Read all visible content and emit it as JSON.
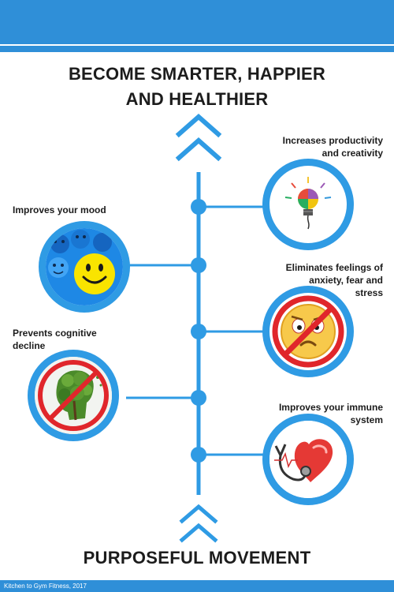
{
  "title": {
    "line1": "BECOME SMARTER, HAPPIER",
    "line2": "AND HEALTHIER"
  },
  "bottom_title": "PURPOSEFUL MOVEMENT",
  "footer_credit": "Kitchen to Gym Fitness, 2017",
  "benefits": {
    "productivity": {
      "line1": "Increases productivity",
      "line2": "and creativity",
      "icon": "lightbulb-icon"
    },
    "mood": {
      "line1": "Improves your mood",
      "icon": "smiley-faces-icon"
    },
    "anxiety": {
      "line1": "Eliminates feelings of",
      "line2": "anxiety, fear and",
      "line3": "stress",
      "icon": "worried-face-crossed-icon"
    },
    "cognitive": {
      "line1": "Prevents cognitive",
      "line2": "decline",
      "icon": "tree-head-crossed-icon"
    },
    "immune": {
      "line1": "Improves your immune",
      "line2": "system",
      "icon": "heart-stethoscope-icon"
    }
  },
  "colors": {
    "accent": "#2f9be4",
    "bar": "#2f8fd8",
    "prohibition": "#e0262b",
    "text": "#1c1c1c"
  }
}
